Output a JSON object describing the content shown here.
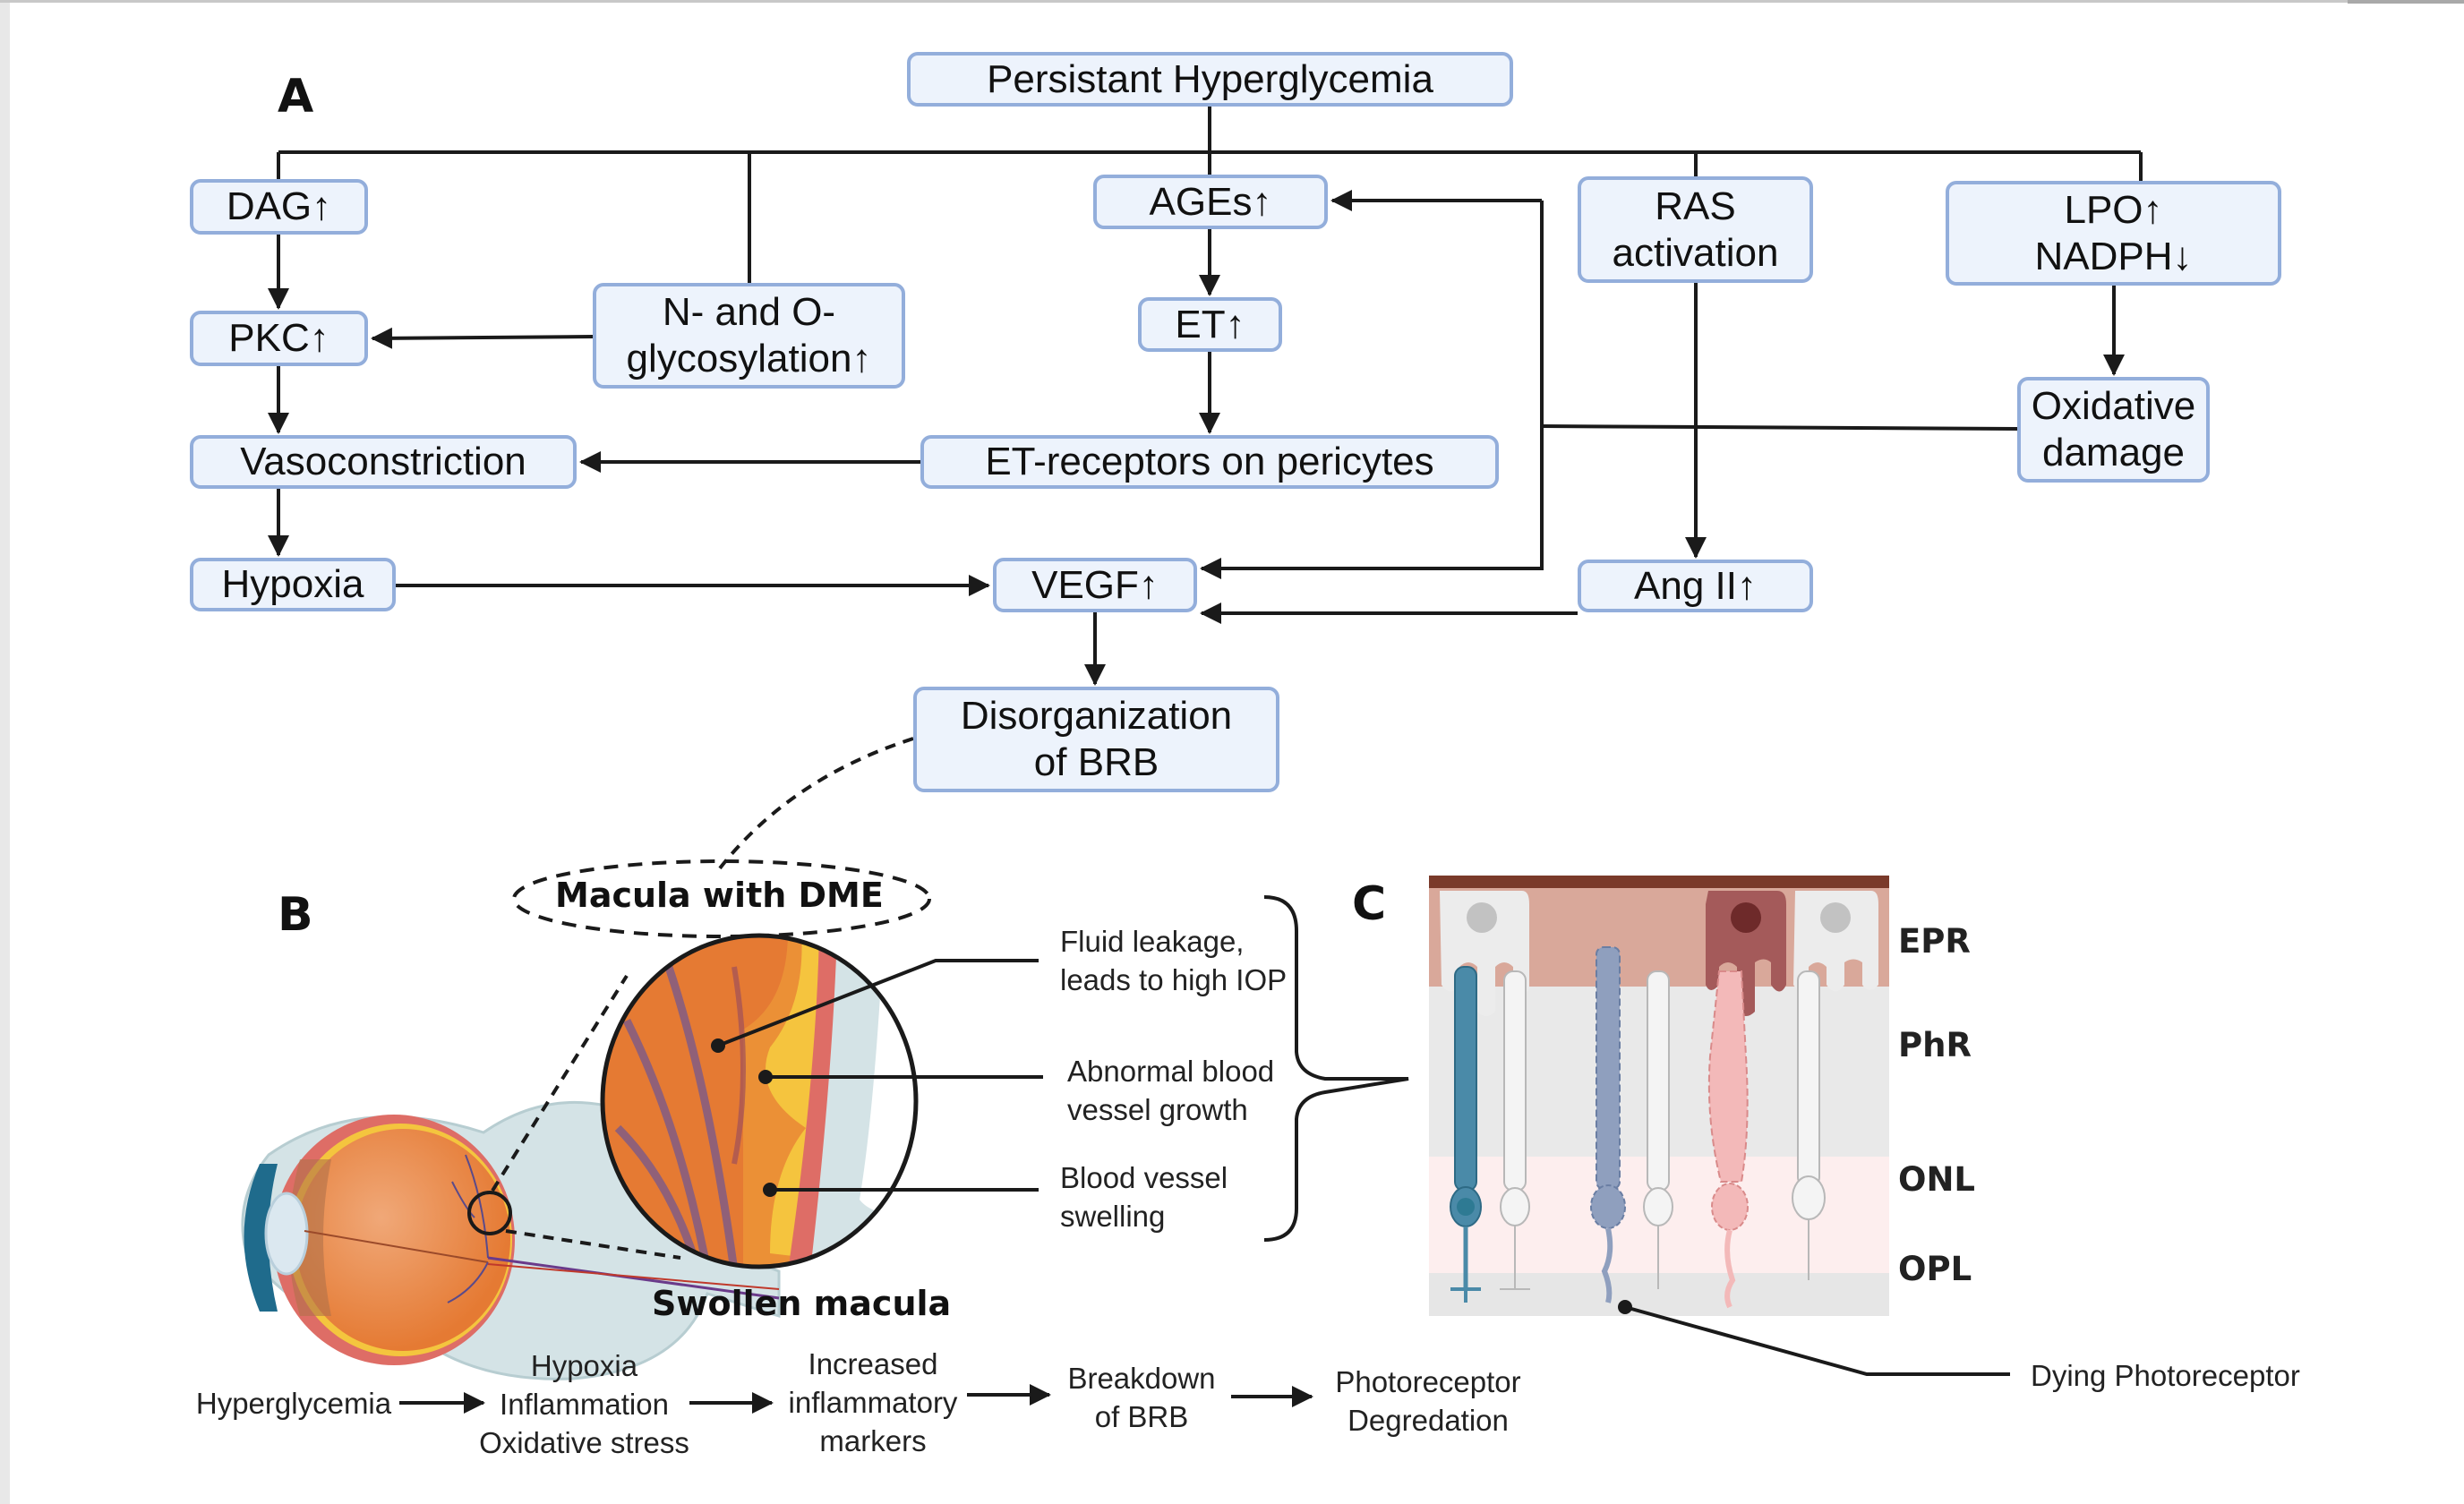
{
  "panels": {
    "a": "A",
    "b": "B",
    "c": "C"
  },
  "panel_a": {
    "nodes": {
      "persistent_hyperglycemia": "Persistant Hyperglycemia",
      "dag": "DAG↑",
      "pkc": "PKC↑",
      "glycosylation": "N- and O-\nglycosylation↑",
      "ages": "AGEs↑",
      "et": "ET↑",
      "ras": "RAS\nactivation",
      "lpo_nadph": "LPO↑\nNADPH↓",
      "oxidative_damage": "Oxidative\ndamage",
      "vasoconstriction": "Vasoconstriction",
      "et_receptors": "ET-receptors on pericytes",
      "hypoxia": "Hypoxia",
      "vegf": "VEGF↑",
      "ang2": "Ang II↑",
      "disorganization_brb": "Disorganization\nof BRB"
    }
  },
  "panel_b": {
    "macula_label": "Macula with DME",
    "swollen_label": "Swollen macula",
    "callouts": [
      "Fluid leakage,\nleads to high IOP",
      "Abnormal blood\nvessel growth",
      "Blood vessel\nswelling"
    ],
    "flow": [
      "Hyperglycemia",
      "Hypoxia\nInflammation\nOxidative stress",
      "Increased\ninflammatory\nmarkers",
      "Breakdown\nof BRB",
      "Photoreceptor\nDegredation"
    ]
  },
  "panel_c": {
    "layers": [
      "EPR",
      "PhR",
      "ONL",
      "OPL"
    ],
    "dying_label": "Dying Photoreceptor"
  },
  "colors": {
    "box_fill": "#edf3fc",
    "box_border": "#93aedb",
    "arrow": "#1a1a1a",
    "eye_orange": "#e8843e",
    "macula_yellow": "#f9c440",
    "rpe_band": "#d9a89a",
    "rpe_top": "#7a3a2a",
    "healthy_rod": "#4a8aa8",
    "dying_blue": "#8f9fbe",
    "dying_pink": "#f3b9b9"
  }
}
